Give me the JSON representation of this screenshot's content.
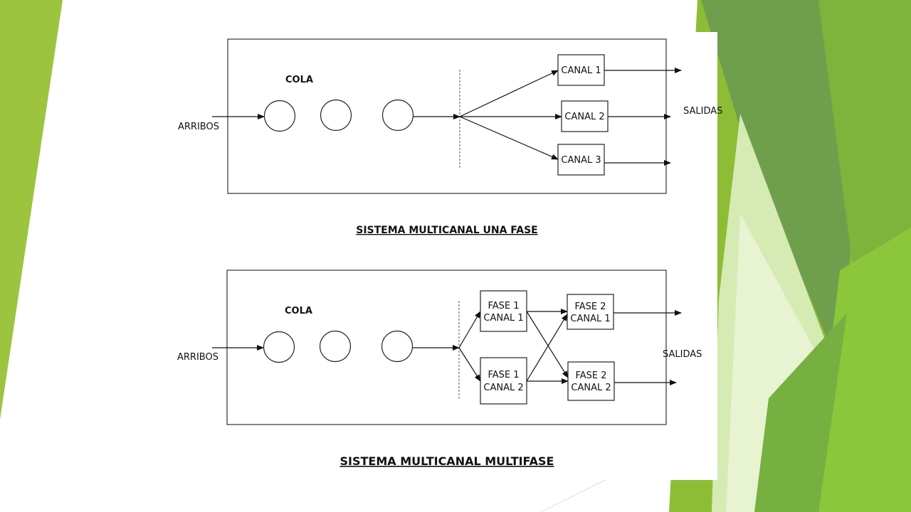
{
  "theme": {
    "accent_light": "#9cc43f",
    "accent_mid": "#7fb33b",
    "accent_dark": "#6a9f47",
    "accent_pale": "#d6eab4"
  },
  "diagram1": {
    "queue_label": "COLA",
    "arrivals_label": "ARRIBOS",
    "outputs_label": "SALIDAS",
    "channels": [
      "CANAL 1",
      "CANAL 2",
      "CANAL 3"
    ],
    "caption": "SISTEMA MULTICANAL UNA FASE"
  },
  "diagram2": {
    "queue_label": "COLA",
    "arrivals_label": "ARRIBOS",
    "outputs_label": "SALIDAS",
    "phase1": [
      {
        "line1": "FASE 1",
        "line2": "CANAL 1"
      },
      {
        "line1": "FASE 1",
        "line2": "CANAL 2"
      }
    ],
    "phase2": [
      {
        "line1": "FASE 2",
        "line2": "CANAL 1"
      },
      {
        "line1": "FASE 2",
        "line2": "CANAL 2"
      }
    ],
    "caption": "SISTEMA MULTICANAL MULTIFASE"
  }
}
